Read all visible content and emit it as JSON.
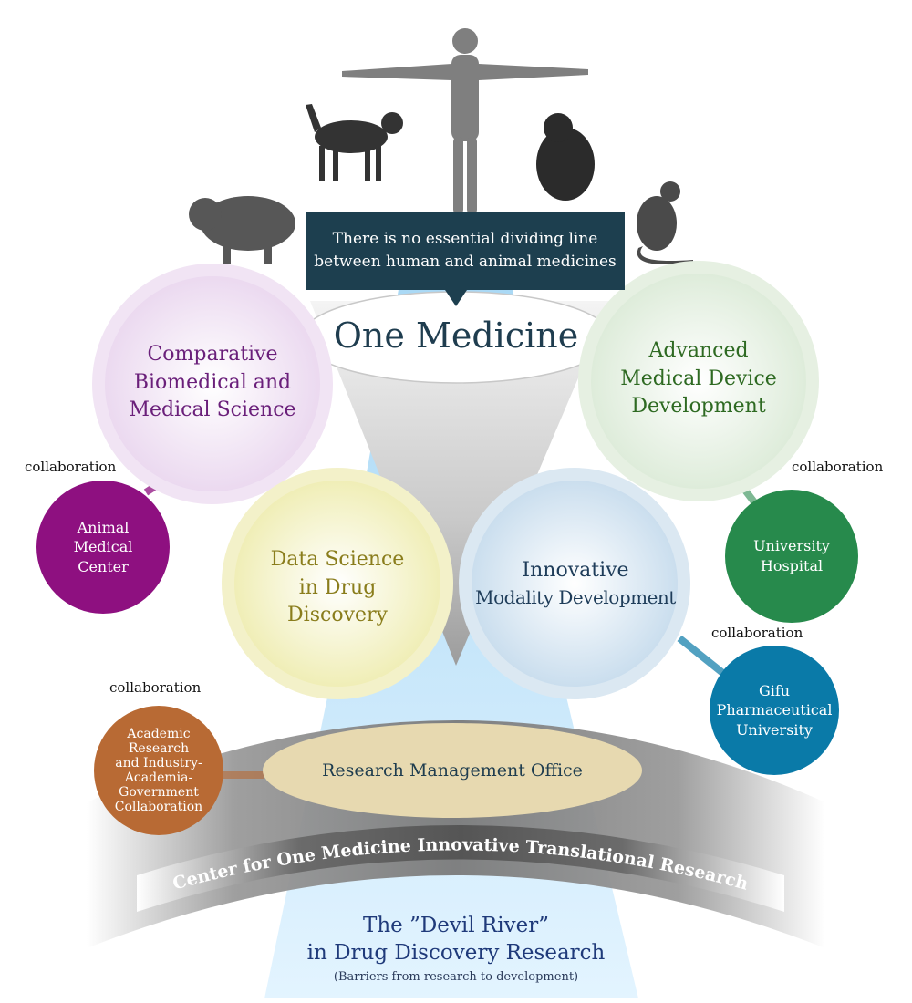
{
  "banner": {
    "line1": "There is no essential dividing line",
    "line2": "between human and animal medicines"
  },
  "one_medicine": "One Medicine",
  "circles": {
    "comparative": {
      "l1": "Comparative",
      "l2": "Biomedical and",
      "l3": "Medical Science",
      "color": "#6a1f7a"
    },
    "device": {
      "l1": "Advanced",
      "l2": "Medical Device",
      "l3": "Development",
      "color": "#2e6a22"
    },
    "data": {
      "l1": "Data Science",
      "l2": "in Drug",
      "l3": "Discovery",
      "color": "#8a7d1c"
    },
    "modality": {
      "l1": "Innovative",
      "l2": "Modality Development",
      "color": "#1f3d5a"
    }
  },
  "partners": {
    "animal": {
      "l1": "Animal",
      "l2": "Medical",
      "l3": "Center",
      "color": "#8e1080"
    },
    "hospital": {
      "l1": "University",
      "l2": "Hospital",
      "color": "#278a4c"
    },
    "pharma": {
      "l1": "Gifu",
      "l2": "Pharmaceutical",
      "l3": "University",
      "color": "#0a7aa8"
    },
    "academic": {
      "l1": "Academic",
      "l2": "Research",
      "l3": "and Industry-",
      "l4": "Academia-",
      "l5": "Government",
      "l6": "Collaboration",
      "color": "#b86a34"
    }
  },
  "collaboration_labels": [
    "collaboration",
    "collaboration",
    "collaboration",
    "collaboration"
  ],
  "rmo": "Research Management Office",
  "center_arc": "Center for One Medicine Innovative Translational Research",
  "devil": {
    "l1": "The ”Devil River”",
    "l2": "in Drug Discovery Research",
    "sub": "(Barriers from research to development)"
  },
  "icons": [
    "human-figure-icon",
    "dog-icon",
    "chimpanzee-icon",
    "pig-icon",
    "rat-icon"
  ]
}
